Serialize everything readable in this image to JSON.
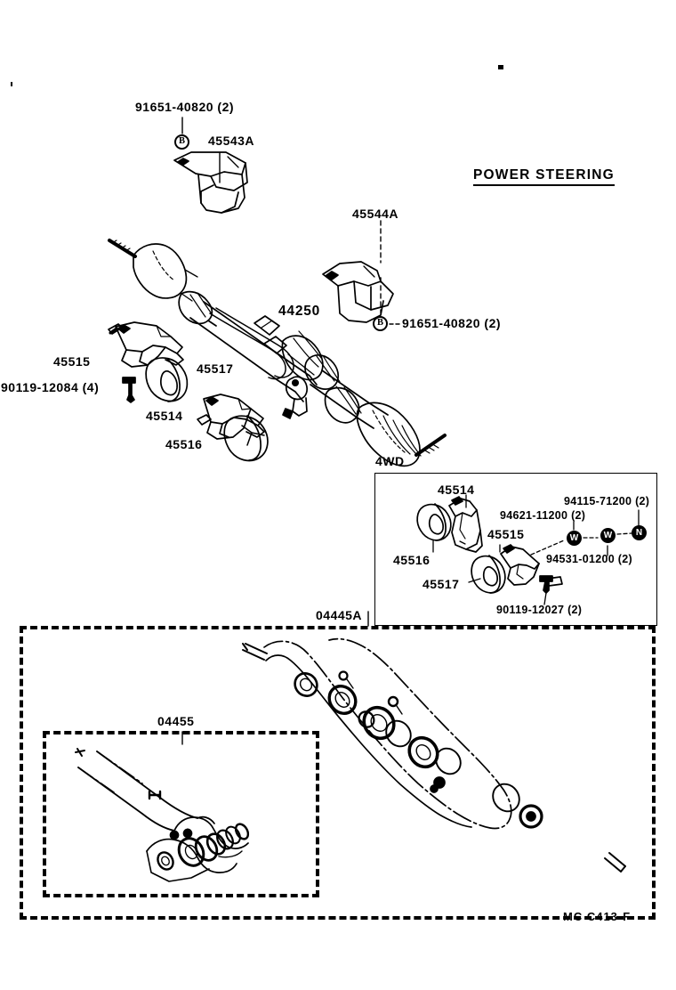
{
  "sheet": {
    "title": "POWER STEERING",
    "footer": "MC C413-F",
    "main_assembly_label": "44250",
    "inset_4wd_label": "4WD",
    "kit_outer_label": "04445A",
    "kit_inner_label": "04455"
  },
  "top_callouts": [
    {
      "id": "bolt-left",
      "text": "91651-40820 (2)"
    },
    {
      "id": "bracket-left",
      "text": "45543A"
    },
    {
      "id": "bracket-right",
      "text": "45544A"
    },
    {
      "id": "bolt-right",
      "text": "91651-40820 (2)"
    }
  ],
  "left_cluster": [
    {
      "id": "clamp-upper",
      "text": "45515"
    },
    {
      "id": "bolt-four",
      "text": "90119-12084 (4)"
    },
    {
      "id": "bushing-upper",
      "text": "45517"
    },
    {
      "id": "clamp-lower",
      "text": "45514"
    },
    {
      "id": "bushing-lower",
      "text": "45516"
    }
  ],
  "inset_4wd": {
    "label": "4WD",
    "parts": [
      {
        "id": "clamp-a",
        "text": "45514"
      },
      {
        "id": "bushing-a",
        "text": "45516"
      },
      {
        "id": "clamp-b",
        "text": "45515"
      },
      {
        "id": "bushing-b",
        "text": "45517"
      },
      {
        "id": "washer-a",
        "text": "94621-11200 (2)"
      },
      {
        "id": "nut",
        "text": "94115-71200 (2)"
      },
      {
        "id": "washer-b",
        "text": "94531-01200 (2)"
      },
      {
        "id": "bolt",
        "text": "90119-12027 (2)"
      }
    ],
    "hardware_symbols": [
      {
        "id": "washer-symbol-1",
        "glyph": "W",
        "name": "washer-icon"
      },
      {
        "id": "washer-symbol-2",
        "glyph": "W",
        "name": "washer-icon"
      },
      {
        "id": "nut-symbol",
        "glyph": "N",
        "name": "nut-icon"
      }
    ]
  },
  "bolt_symbols": [
    {
      "id": "bolt-symbol-left",
      "glyph": "B",
      "name": "bolt-icon"
    },
    {
      "id": "bolt-symbol-right",
      "glyph": "B",
      "name": "bolt-icon"
    }
  ],
  "colors": {
    "ink": "#000000",
    "paper": "#ffffff"
  }
}
